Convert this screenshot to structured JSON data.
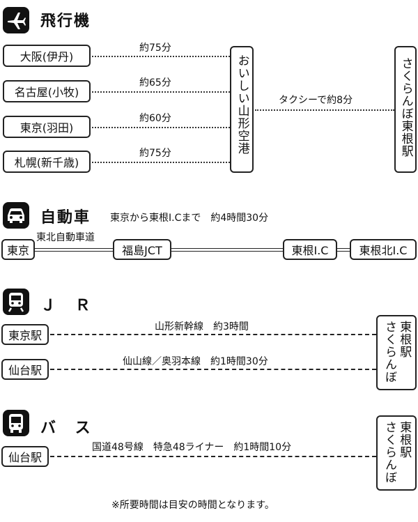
{
  "air": {
    "title": "飛行機",
    "origins": [
      {
        "name": "大阪(伊丹)",
        "time": "約75分"
      },
      {
        "name": "名古屋(小牧)",
        "time": "約65分"
      },
      {
        "name": "東京(羽田)",
        "time": "約60分"
      },
      {
        "name": "札幌(新千歳)",
        "time": "約75分"
      }
    ],
    "airport": "おいしい山形空港",
    "taxi": "タクシーで約8分",
    "station": "さくらんぼ東根駅"
  },
  "car": {
    "title": "自動車",
    "summary": "東京から東根I.Cまで　約4時間30分",
    "start": "東京",
    "road": "東北自動車道",
    "jct": "福島JCT",
    "ic1": "東根I.C",
    "ic2": "東根北I.C"
  },
  "jr": {
    "title": "Ｊ Ｒ",
    "routes": [
      {
        "from": "東京駅",
        "line": "山形新幹線　約3時間"
      },
      {
        "from": "仙台駅",
        "line": "仙山線／奥羽本線　約1時間30分"
      }
    ],
    "dest_col1": "さくらんぼ",
    "dest_col2": "東根駅"
  },
  "bus": {
    "title": "バ ス",
    "from": "仙台駅",
    "line": "国道48号線　特急48ライナー　約1時間10分",
    "dest_col1": "さくらんぼ",
    "dest_col2": "東根駅"
  },
  "footnote": "※所要時間は目安の時間となります。"
}
